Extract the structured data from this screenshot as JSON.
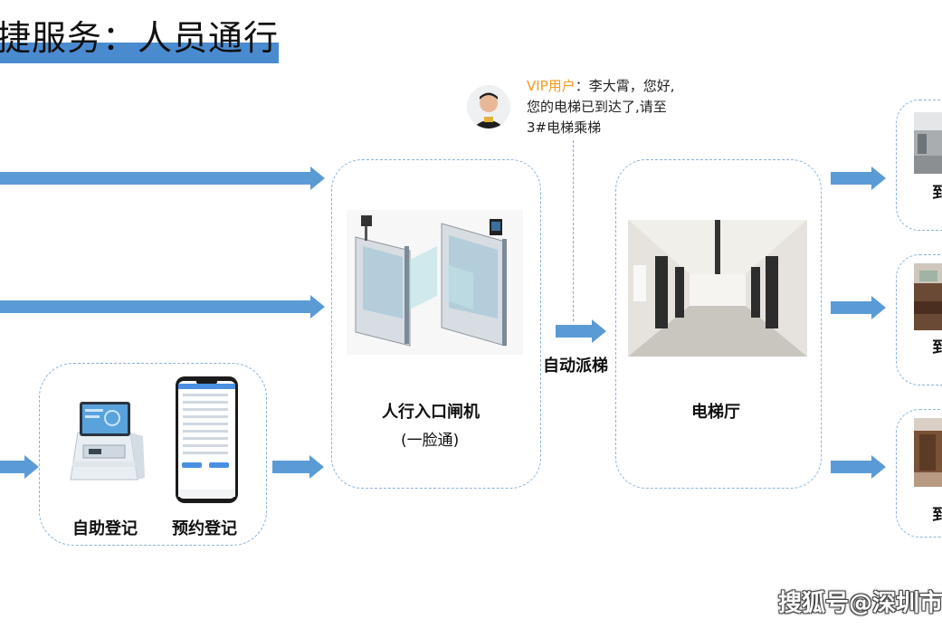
{
  "title": "捷服务：人员通行",
  "notification": {
    "vip_label": "VIP用户",
    "line1_rest": "：李大霄，您好,",
    "line2": "您的电梯已到达了,请至",
    "line3": "3#电梯乘梯"
  },
  "gate": {
    "label": "人行入口闸机",
    "sublabel": "(一脸通)"
  },
  "dispatch_label": "自动派梯",
  "elevator_hall": {
    "label": "电梯厅"
  },
  "registration": {
    "self_label": "自助登记",
    "reserve_label": "预约登记"
  },
  "destinations": [
    {
      "label": "到"
    },
    {
      "label": "到"
    },
    {
      "label": "到"
    }
  ],
  "watermark": "搜狐号@深圳市",
  "colors": {
    "arrow": "#5b9bd5",
    "title_bar": "#4a8bd0",
    "vip": "#f39a1e",
    "dashed_border": "#8ab4da"
  }
}
